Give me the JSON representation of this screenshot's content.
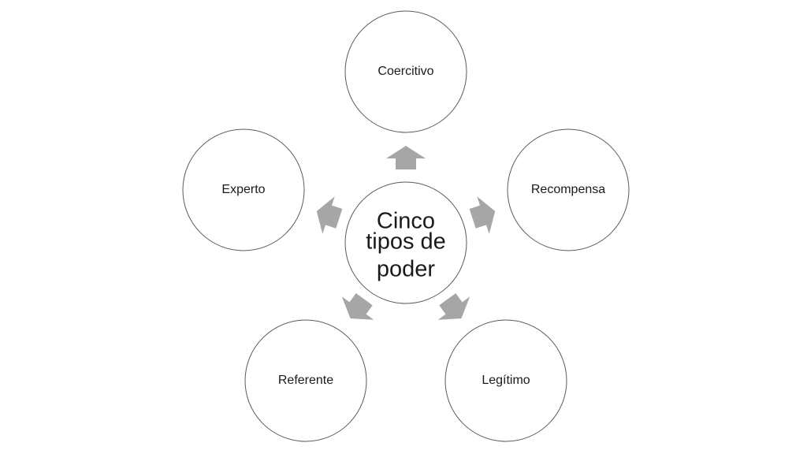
{
  "diagram": {
    "center": {
      "lines": [
        "Cinco",
        "tipos de",
        "poder"
      ]
    },
    "nodes": [
      {
        "label": "Coercitivo"
      },
      {
        "label": "Recompensa"
      },
      {
        "label": "Legítimo"
      },
      {
        "label": "Referente"
      },
      {
        "label": "Experto"
      }
    ],
    "colors": {
      "circle_stroke": "#5a5a5a",
      "arrow_fill": "#a6a6a6",
      "text": "#1a1a1a"
    }
  }
}
